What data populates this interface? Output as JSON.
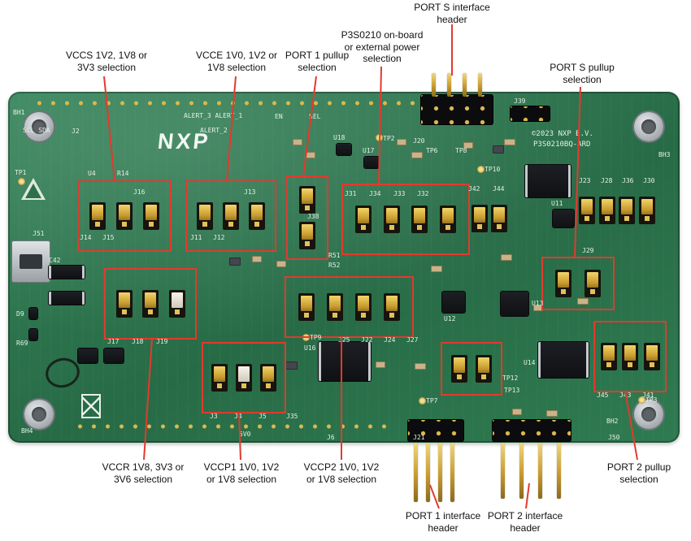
{
  "colors": {
    "board_green": "#2e7a50",
    "annotation_red": "#e23a2e",
    "jumper_gold": "#d9b44a",
    "silkscreen": "#e6efe6"
  },
  "annotations": {
    "vccs": "VCCS 1V2, 1V8 or\n3V3 selection",
    "vcce": "VCCE 1V0, 1V2 or\n1V8 selection",
    "port1_pullup": "PORT 1 pullup\nselection",
    "power_sel": "P3S0210 on-board\nor external power\nselection",
    "port_s_header": "PORT S interface\nheader",
    "port_s_pullup": "PORT S pullup\nselection",
    "vccr": "VCCR 1V8, 3V3 or\n3V6 selection",
    "vccp1": "VCCP1 1V0, 1V2\nor 1V8 selection",
    "vccp2": "VCCP2 1V0, 1V2\nor 1V8 selection",
    "port2_pullup": "PORT 2 pullup\nselection",
    "port1_header": "PORT 1 interface\nheader",
    "port2_header": "PORT 2 interface\nheader"
  },
  "board": {
    "logo": "NXP",
    "copyright": "©2023 NXP B.V.",
    "model": "P3S0210BQ-ARD",
    "refs": {
      "bh1": "BH1",
      "bh2": "BH2",
      "bh3": "BH3",
      "bh4": "BH4",
      "tp1": "TP1",
      "tp2": "TP2",
      "tp3": "TP3",
      "tp6": "TP6",
      "tp7": "TP7",
      "tp8": "TP8",
      "tp9": "TP9",
      "tp10": "TP10",
      "tp12": "TP12",
      "tp13": "TP13",
      "j2": "J2",
      "j3": "J3",
      "j4": "J4",
      "j5": "J5",
      "j6": "J6",
      "j11": "J11",
      "j12": "J12",
      "j13": "J13",
      "j14": "J14",
      "j15": "J15",
      "j16": "J16",
      "j17": "J17",
      "j18": "J18",
      "j19": "J19",
      "j20": "J20",
      "j21": "J21",
      "j22": "J22",
      "j23": "J23",
      "j24": "J24",
      "j25": "J25",
      "j27": "J27",
      "j28": "J28",
      "j29": "J29",
      "j30": "J30",
      "j31": "J31",
      "j32": "J32",
      "j33": "J33",
      "j34": "J34",
      "j35": "J35",
      "j36": "J36",
      "j38": "J38",
      "j39": "J39",
      "j41": "J41",
      "j42": "J42",
      "j43": "J43",
      "j44": "J44",
      "j45": "J45",
      "j50": "J50",
      "j51": "J51",
      "u4": "U4",
      "u11": "U11",
      "u12": "U12",
      "u13": "U13",
      "u14": "U14",
      "u16": "U16",
      "u17": "U17",
      "u18": "U18",
      "r14": "R14",
      "r51": "R51",
      "r52": "R52",
      "r69": "R69",
      "c42": "C42",
      "d9": "D9",
      "alert31": "ALERT_3 ALERT_1",
      "alert2": "ALERT_2",
      "sclsda": "SCL SDA",
      "en": "EN",
      "sel": "SEL",
      "v5": "5V0"
    }
  }
}
